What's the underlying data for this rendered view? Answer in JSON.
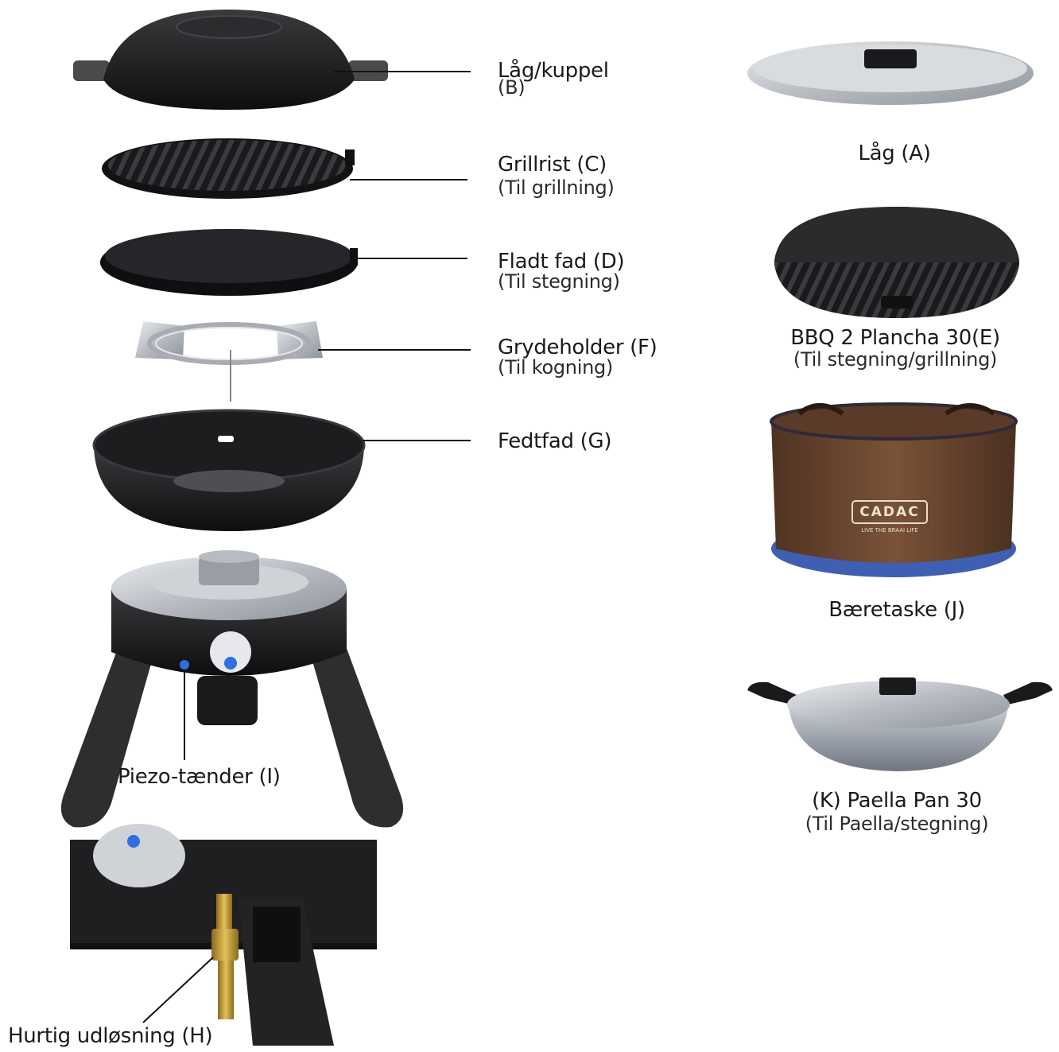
{
  "labels": {
    "lid_dome": {
      "title": "Låg/kuppel",
      "sub": "(B)"
    },
    "grill_grate": {
      "title": "Grillrist (C)",
      "sub": "(Til grillning)"
    },
    "flat_plate": {
      "title": "Fladt fad (D)",
      "sub": "(Til stegning)"
    },
    "pot_stand": {
      "title": "Grydeholder (F)",
      "sub": "(Til kogning)"
    },
    "drip_pan": {
      "title": "Fedtfad (G)"
    },
    "piezo": {
      "title": "Piezo-tænder (I)"
    },
    "quick_release": {
      "title": "Hurtig udløsning (H)"
    },
    "lid_a": {
      "title": "Låg (A)"
    },
    "plancha": {
      "title": "BBQ 2 Plancha 30(E)",
      "sub": "(Til stegning/grillning)"
    },
    "carry_bag": {
      "title": "Bæretaske (J)",
      "bag_logo": "CADAC",
      "bag_tagline": "LIVE THE BRAAI LIFE"
    },
    "paella": {
      "title": "(K) Paella Pan 30",
      "sub": "(Til Paella/stegning)"
    }
  },
  "colors": {
    "background": "#ffffff",
    "part_black": "#1c1c1e",
    "aluminium": "#c9ccd0",
    "bag_brown": "#6e4a33",
    "bag_trim": "#3f5fb3",
    "brass": "#c9a13a",
    "ignition_blue": "#2f6fe0"
  }
}
